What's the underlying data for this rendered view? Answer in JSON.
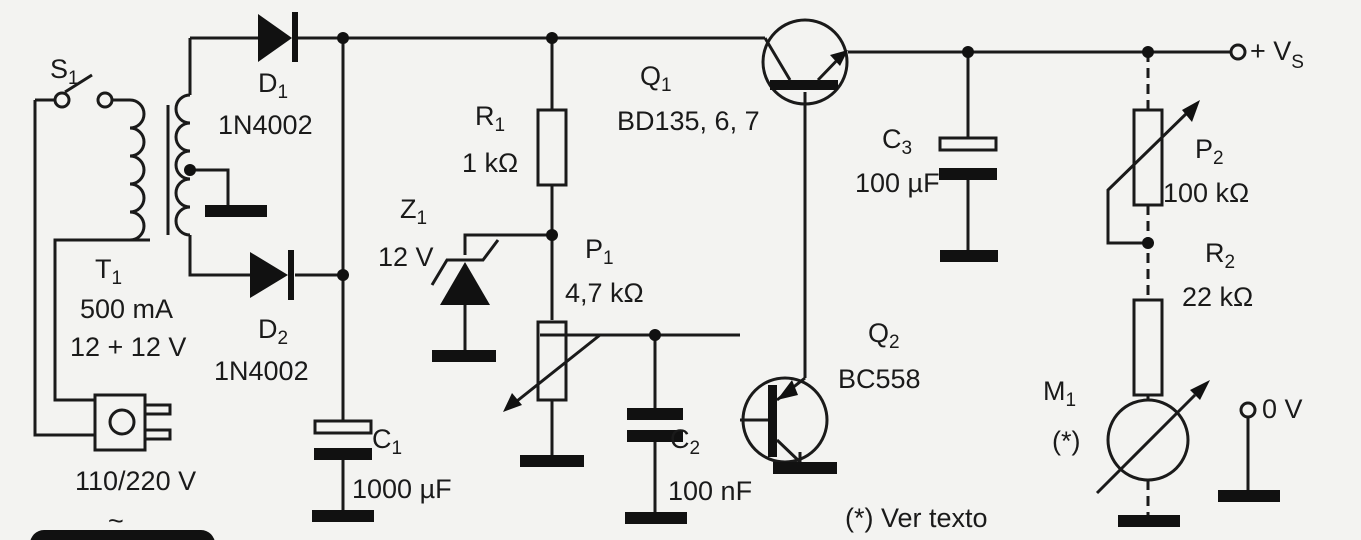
{
  "components": {
    "s1": {
      "name": "S",
      "sub": "1"
    },
    "t1": {
      "name": "T",
      "sub": "1",
      "current": "500 mA",
      "voltage": "12 + 12 V"
    },
    "mains": {
      "voltage": "110/220 V",
      "ac_symbol": "~"
    },
    "d1": {
      "name": "D",
      "sub": "1",
      "part": "1N4002"
    },
    "d2": {
      "name": "D",
      "sub": "2",
      "part": "1N4002"
    },
    "c1": {
      "name": "C",
      "sub": "1",
      "value": "1000 µF"
    },
    "r1": {
      "name": "R",
      "sub": "1",
      "value": "1 kΩ"
    },
    "z1": {
      "name": "Z",
      "sub": "1",
      "value": "12 V"
    },
    "p1": {
      "name": "P",
      "sub": "1",
      "value": "4,7 kΩ"
    },
    "c2": {
      "name": "C",
      "sub": "2",
      "value": "100 nF"
    },
    "q1": {
      "name": "Q",
      "sub": "1",
      "part": "BD135, 6, 7"
    },
    "q2": {
      "name": "Q",
      "sub": "2",
      "part": "BC558"
    },
    "c3": {
      "name": "C",
      "sub": "3",
      "value": "100 µF"
    },
    "p2": {
      "name": "P",
      "sub": "2",
      "value": "100 kΩ"
    },
    "r2": {
      "name": "R",
      "sub": "2",
      "value": "22 kΩ"
    },
    "m1": {
      "name": "M",
      "sub": "1",
      "note": "(*)"
    }
  },
  "terminals": {
    "vs": "+ V",
    "vs_sub": "S",
    "zero": "0 V"
  },
  "footnote": "(*) Ver texto"
}
